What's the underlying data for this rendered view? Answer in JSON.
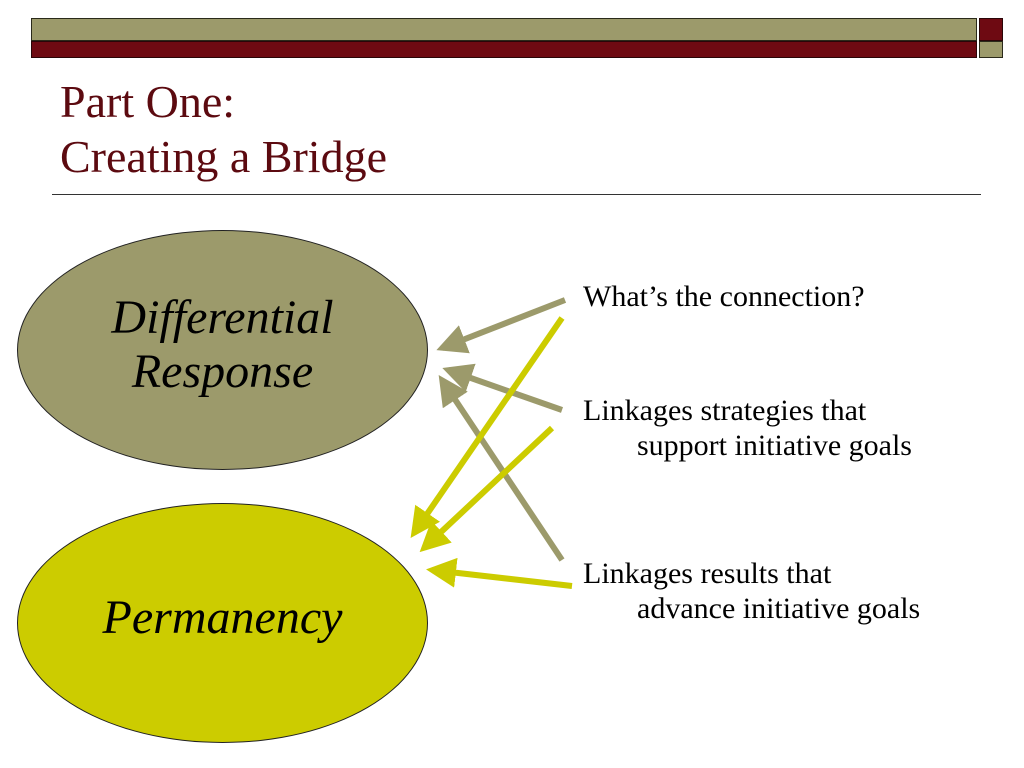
{
  "slide": {
    "title_line1": "Part One:",
    "title_line2": "Creating a Bridge"
  },
  "ellipses": {
    "differential_line1": "Differential",
    "differential_line2": "Response",
    "permanency": "Permanency"
  },
  "bullets": {
    "item1": "What’s the connection?",
    "item2_line1": "Linkages strategies that",
    "item2_line2": "support initiative goals",
    "item3_line1": "Linkages results that",
    "item3_line2": "advance initiative goals"
  },
  "colors": {
    "olive": "#9c9a6b",
    "dark_red": "#6e0a12",
    "yellow": "#cccc00",
    "arrow_olive": "#9c9a6b",
    "arrow_yellow": "#cccc00"
  }
}
